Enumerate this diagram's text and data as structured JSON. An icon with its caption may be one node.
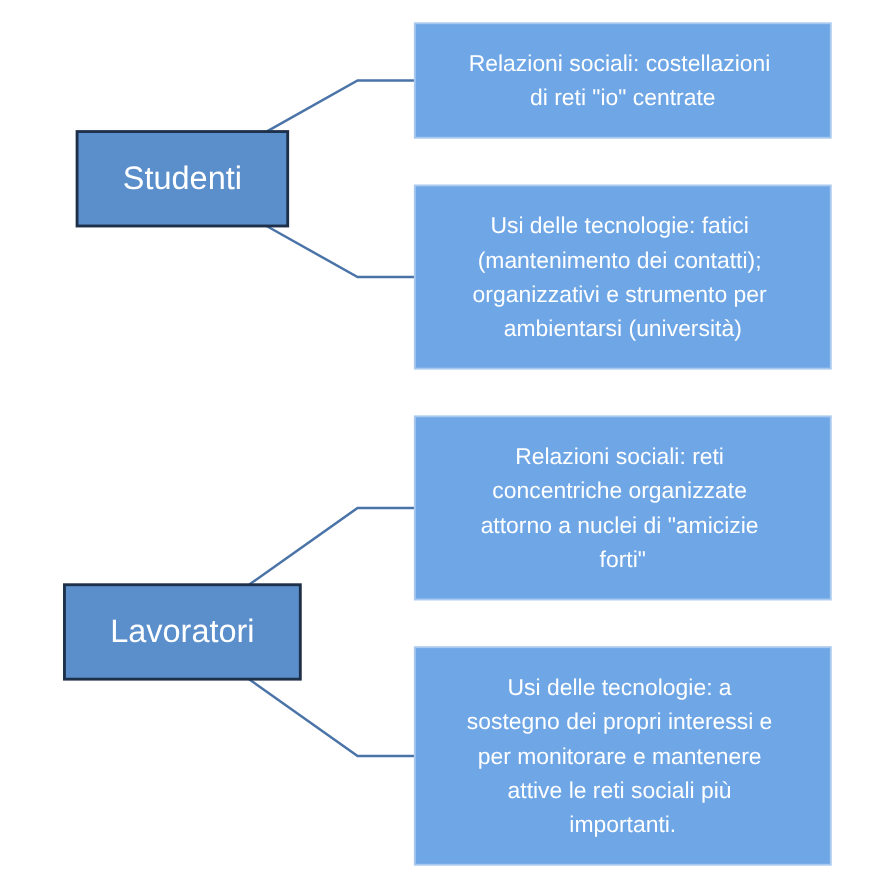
{
  "diagram": {
    "nodes": [
      {
        "text": [
          "Studenti"
        ]
      },
      {
        "text": [
          "Relazioni sociali: costellazioni di reti \"io\" centrate"
        ]
      },
      {
        "text": [
          "Usi delle tecnologie: fatici (mantenimento dei contatti); organizzativi e strumento per ambientarsi (università)"
        ]
      },
      {
        "text": [
          "Lavoratori"
        ]
      },
      {
        "text": [
          "Relazioni sociali: reti concentriche organizzate attorno a nuclei di \"amicizie forti\""
        ]
      },
      {
        "text": [
          "Usi delle tecnologie: a sostegno dei propri interessi e per monitorare e mantenere attive le reti sociali più importanti."
        ]
      }
    ],
    "edges": [
      {
        "from": 0,
        "to": 1,
        "arrow": "none"
      },
      {
        "from": 0,
        "to": 2,
        "arrow": "none"
      },
      {
        "from": 3,
        "to": 4,
        "arrow": "none"
      },
      {
        "from": 3,
        "to": 5,
        "arrow": "none"
      }
    ]
  }
}
